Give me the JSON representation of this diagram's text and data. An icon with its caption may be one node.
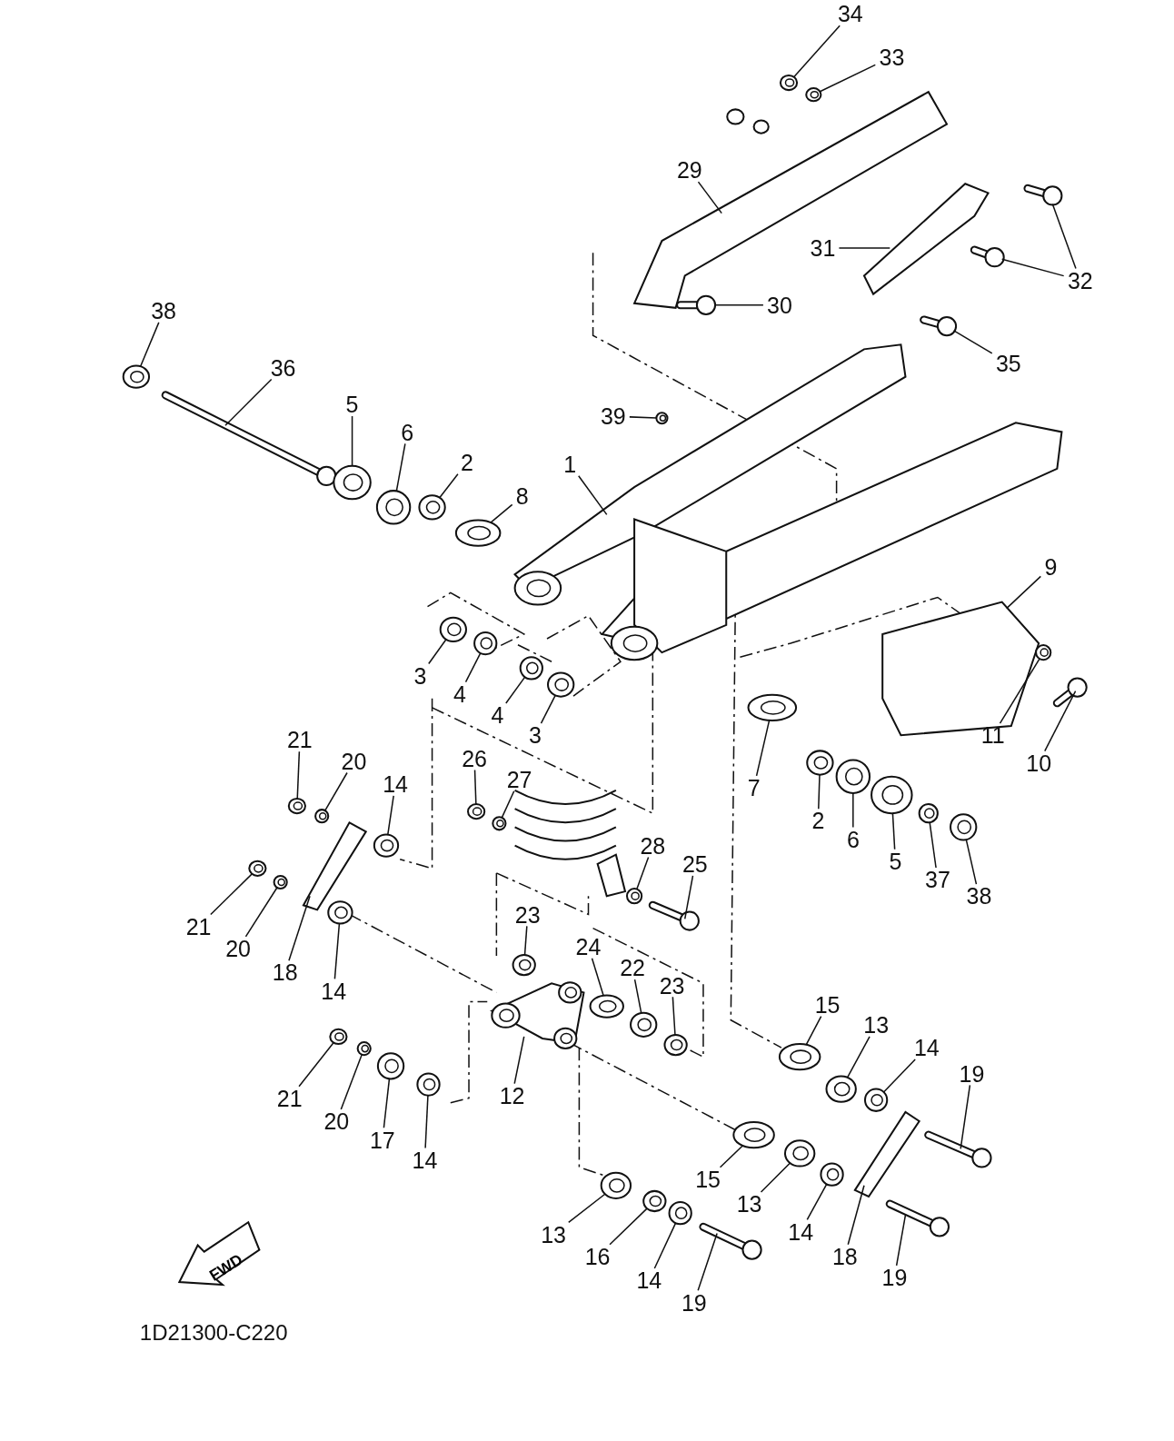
{
  "diagram": {
    "nodes": [
      {
        "text": [
          "34"
        ]
      },
      {
        "text": [
          "33"
        ]
      },
      {
        "text": [
          "29"
        ]
      },
      {
        "text": [
          "31"
        ]
      },
      {
        "text": [
          "32"
        ]
      },
      {
        "text": [
          "30"
        ]
      },
      {
        "text": [
          "35"
        ]
      },
      {
        "text": [
          "38"
        ]
      },
      {
        "text": [
          "36"
        ]
      },
      {
        "text": [
          "5"
        ]
      },
      {
        "text": [
          "6"
        ]
      },
      {
        "text": [
          "2"
        ]
      },
      {
        "text": [
          "8"
        ]
      },
      {
        "text": [
          "1"
        ]
      },
      {
        "text": [
          "39"
        ]
      },
      {
        "text": [
          "9"
        ]
      },
      {
        "text": [
          "3"
        ]
      },
      {
        "text": [
          "4"
        ]
      },
      {
        "text": [
          "4"
        ]
      },
      {
        "text": [
          "3"
        ]
      },
      {
        "text": [
          "7"
        ]
      },
      {
        "text": [
          "2"
        ]
      },
      {
        "text": [
          "6"
        ]
      },
      {
        "text": [
          "5"
        ]
      },
      {
        "text": [
          "37"
        ]
      },
      {
        "text": [
          "38"
        ]
      },
      {
        "text": [
          "11"
        ]
      },
      {
        "text": [
          "10"
        ]
      },
      {
        "text": [
          "21"
        ]
      },
      {
        "text": [
          "20"
        ]
      },
      {
        "text": [
          "14"
        ]
      },
      {
        "text": [
          "26"
        ]
      },
      {
        "text": [
          "27"
        ]
      },
      {
        "text": [
          "28"
        ]
      },
      {
        "text": [
          "25"
        ]
      },
      {
        "text": [
          "21"
        ]
      },
      {
        "text": [
          "20"
        ]
      },
      {
        "text": [
          "18"
        ]
      },
      {
        "text": [
          "14"
        ]
      },
      {
        "text": [
          "23"
        ]
      },
      {
        "text": [
          "24"
        ]
      },
      {
        "text": [
          "22"
        ]
      },
      {
        "text": [
          "23"
        ]
      },
      {
        "text": [
          "15"
        ]
      },
      {
        "text": [
          "13"
        ]
      },
      {
        "text": [
          "14"
        ]
      },
      {
        "text": [
          "19"
        ]
      },
      {
        "text": [
          "21"
        ]
      },
      {
        "text": [
          "20"
        ]
      },
      {
        "text": [
          "17"
        ]
      },
      {
        "text": [
          "14"
        ]
      },
      {
        "text": [
          "12"
        ]
      },
      {
        "text": [
          "15"
        ]
      },
      {
        "text": [
          "13"
        ]
      },
      {
        "text": [
          "14"
        ]
      },
      {
        "text": [
          "18"
        ]
      },
      {
        "text": [
          "19"
        ]
      },
      {
        "text": [
          "13"
        ]
      },
      {
        "text": [
          "16"
        ]
      },
      {
        "text": [
          "14"
        ]
      },
      {
        "text": [
          "19"
        ]
      },
      {
        "text": [],
        "shape": "circle"
      },
      {
        "text": [],
        "shape": "circle"
      },
      {
        "text": [],
        "shape": "picture"
      },
      {
        "text": [],
        "shape": "picture"
      },
      {
        "text": [],
        "shape": "bar"
      },
      {
        "text": [],
        "shape": "bar"
      },
      {
        "text": [],
        "shape": "bar"
      },
      {
        "text": [],
        "shape": "bar"
      },
      {
        "text": [],
        "shape": "circle"
      },
      {
        "text": [],
        "shape": "bar"
      },
      {
        "text": [],
        "shape": "circle"
      },
      {
        "text": [],
        "shape": "circle"
      },
      {
        "text": [],
        "shape": "circle"
      },
      {
        "text": [],
        "shape": "circle"
      },
      {
        "text": [],
        "shape": "picture"
      },
      {
        "text": [],
        "shape": "circle"
      },
      {
        "text": [],
        "shape": "picture"
      },
      {
        "text": [],
        "shape": "circle"
      },
      {
        "text": [],
        "shape": "circle"
      },
      {
        "text": [],
        "shape": "circle"
      },
      {
        "text": [],
        "shape": "circle"
      },
      {
        "text": [],
        "shape": "circle"
      },
      {
        "text": [],
        "shape": "circle"
      },
      {
        "text": [],
        "shape": "circle"
      },
      {
        "text": [],
        "shape": "circle"
      },
      {
        "text": [],
        "shape": "circle"
      },
      {
        "text": [],
        "shape": "circle"
      },
      {
        "text": [],
        "shape": "circle"
      },
      {
        "text": [],
        "shape": "bar"
      },
      {
        "text": [],
        "shape": "circle"
      },
      {
        "text": [],
        "shape": "circle"
      },
      {
        "text": [],
        "shape": "circle"
      },
      {
        "text": [],
        "shape": "circle"
      },
      {
        "text": [],
        "shape": "circle"
      },
      {
        "text": [],
        "shape": "circle"
      },
      {
        "text": [],
        "shape": "bar"
      },
      {
        "text": [],
        "shape": "circle"
      },
      {
        "text": [],
        "shape": "circle"
      },
      {
        "text": [],
        "shape": "picture"
      },
      {
        "text": [],
        "shape": "circle"
      },
      {
        "text": [],
        "shape": "circle"
      },
      {
        "text": [],
        "shape": "circle"
      },
      {
        "text": [],
        "shape": "circle"
      },
      {
        "text": [],
        "shape": "circle"
      },
      {
        "text": [],
        "shape": "circle"
      },
      {
        "text": [],
        "shape": "circle"
      },
      {
        "text": [],
        "shape": "circle"
      },
      {
        "text": [],
        "shape": "bar"
      },
      {
        "text": [],
        "shape": "circle"
      },
      {
        "text": [],
        "shape": "circle"
      },
      {
        "text": [],
        "shape": "circle"
      },
      {
        "text": [],
        "shape": "circle"
      },
      {
        "text": [],
        "shape": "picture"
      },
      {
        "text": [],
        "shape": "circle"
      },
      {
        "text": [],
        "shape": "circle"
      },
      {
        "text": [],
        "shape": "circle"
      },
      {
        "text": [],
        "shape": "picture"
      },
      {
        "text": [],
        "shape": "bar"
      },
      {
        "text": [],
        "shape": "circle"
      },
      {
        "text": [],
        "shape": "circle"
      },
      {
        "text": [],
        "shape": "circle"
      },
      {
        "text": [],
        "shape": "bar"
      },
      {
        "text": [
          "FWD"
        ]
      }
    ],
    "edges": [
      {
        "from": 0,
        "to": 61,
        "arrow": "none"
      },
      {
        "from": 1,
        "to": 62,
        "arrow": "none"
      },
      {
        "from": 2,
        "to": 63,
        "arrow": "none"
      },
      {
        "from": 3,
        "to": 64,
        "arrow": "none"
      },
      {
        "from": 4,
        "to": 65,
        "arrow": "none"
      },
      {
        "from": 4,
        "to": 66,
        "arrow": "none"
      },
      {
        "from": 5,
        "to": 67,
        "arrow": "none"
      },
      {
        "from": 6,
        "to": 68,
        "arrow": "none"
      },
      {
        "from": 7,
        "to": 69,
        "arrow": "none"
      },
      {
        "from": 8,
        "to": 70,
        "arrow": "none"
      },
      {
        "from": 9,
        "to": 71,
        "arrow": "none"
      },
      {
        "from": 10,
        "to": 72,
        "arrow": "none"
      },
      {
        "from": 11,
        "to": 73,
        "arrow": "none"
      },
      {
        "from": 12,
        "to": 74,
        "arrow": "none"
      },
      {
        "from": 13,
        "to": 75,
        "arrow": "none"
      },
      {
        "from": 14,
        "to": 76,
        "arrow": "none"
      },
      {
        "from": 15,
        "to": 77,
        "arrow": "none"
      },
      {
        "from": 16,
        "to": 78,
        "arrow": "none"
      },
      {
        "from": 17,
        "to": 79,
        "arrow": "none"
      },
      {
        "from": 18,
        "to": 80,
        "arrow": "none"
      },
      {
        "from": 19,
        "to": 81,
        "arrow": "none"
      },
      {
        "from": 20,
        "to": 82,
        "arrow": "none"
      },
      {
        "from": 21,
        "to": 83,
        "arrow": "none"
      },
      {
        "from": 22,
        "to": 84,
        "arrow": "none"
      },
      {
        "from": 23,
        "to": 85,
        "arrow": "none"
      },
      {
        "from": 24,
        "to": 86,
        "arrow": "none"
      },
      {
        "from": 25,
        "to": 87,
        "arrow": "none"
      },
      {
        "from": 26,
        "to": 88,
        "arrow": "none"
      },
      {
        "from": 27,
        "to": 89,
        "arrow": "none"
      },
      {
        "from": 28,
        "to": 90,
        "arrow": "none"
      },
      {
        "from": 29,
        "to": 91,
        "arrow": "none"
      },
      {
        "from": 30,
        "to": 92,
        "arrow": "none"
      },
      {
        "from": 31,
        "to": 93,
        "arrow": "none"
      },
      {
        "from": 32,
        "to": 94,
        "arrow": "none"
      },
      {
        "from": 33,
        "to": 95,
        "arrow": "none"
      },
      {
        "from": 34,
        "to": 96,
        "arrow": "none"
      },
      {
        "from": 35,
        "to": 97,
        "arrow": "none"
      },
      {
        "from": 36,
        "to": 98,
        "arrow": "none"
      },
      {
        "from": 37,
        "to": 99,
        "arrow": "none"
      },
      {
        "from": 38,
        "to": 100,
        "arrow": "none"
      },
      {
        "from": 39,
        "to": 101,
        "arrow": "none"
      },
      {
        "from": 40,
        "to": 102,
        "arrow": "none"
      },
      {
        "from": 41,
        "to": 103,
        "arrow": "none"
      },
      {
        "from": 42,
        "to": 104,
        "arrow": "none"
      },
      {
        "from": 43,
        "to": 105,
        "arrow": "none"
      },
      {
        "from": 44,
        "to": 106,
        "arrow": "none"
      },
      {
        "from": 45,
        "to": 107,
        "arrow": "none"
      },
      {
        "from": 46,
        "to": 108,
        "arrow": "none"
      },
      {
        "from": 47,
        "to": 109,
        "arrow": "none"
      },
      {
        "from": 48,
        "to": 110,
        "arrow": "none"
      },
      {
        "from": 49,
        "to": 111,
        "arrow": "none"
      },
      {
        "from": 50,
        "to": 112,
        "arrow": "none"
      },
      {
        "from": 51,
        "to": 113,
        "arrow": "none"
      },
      {
        "from": 52,
        "to": 114,
        "arrow": "none"
      },
      {
        "from": 53,
        "to": 115,
        "arrow": "none"
      },
      {
        "from": 54,
        "to": 116,
        "arrow": "none"
      },
      {
        "from": 55,
        "to": 117,
        "arrow": "none"
      },
      {
        "from": 56,
        "to": 118,
        "arrow": "none"
      },
      {
        "from": 57,
        "to": 119,
        "arrow": "none"
      },
      {
        "from": 58,
        "to": 120,
        "arrow": "none"
      },
      {
        "from": 59,
        "to": 121,
        "arrow": "none"
      },
      {
        "from": 60,
        "to": 122,
        "arrow": "none"
      }
    ],
    "labels": [
      "1D21300-C220"
    ]
  }
}
